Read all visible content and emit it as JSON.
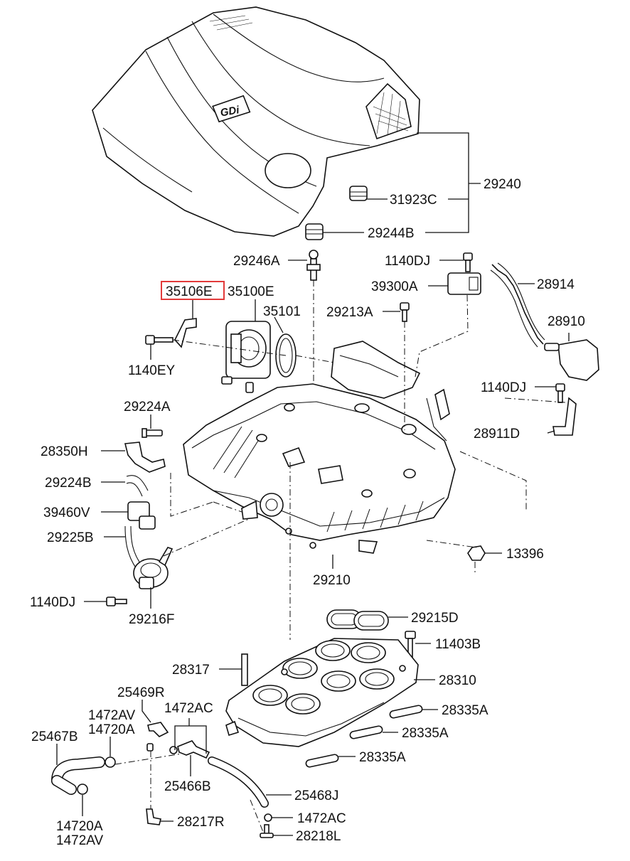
{
  "highlighted_part": "35106E",
  "highlight_color": "#e23a3a",
  "cover_emblem": "GDi",
  "labels": {
    "p29240": "29240",
    "p31923C": "31923C",
    "p29244B": "29244B",
    "p29246A": "29246A",
    "p1140DJ_top": "1140DJ",
    "p39300A": "39300A",
    "p28914": "28914",
    "p35106E": "35106E",
    "p35100E": "35100E",
    "p35101": "35101",
    "p29213A": "29213A",
    "p28910": "28910",
    "p1140EY": "1140EY",
    "p1140DJ_right": "1140DJ",
    "p29224A": "29224A",
    "p28911D": "28911D",
    "p28350H": "28350H",
    "p29224B": "29224B",
    "p39460V": "39460V",
    "p29225B": "29225B",
    "p13396": "13396",
    "p29210": "29210",
    "p1140DJ_left": "1140DJ",
    "p29216F": "29216F",
    "p29215D": "29215D",
    "p11403B": "11403B",
    "p28317": "28317",
    "p28310": "28310",
    "p25469R": "25469R",
    "p1472AC_a": "1472AC",
    "p28335A_1": "28335A",
    "p1472AV_a": "1472AV",
    "p14720A_a": "14720A",
    "p28335A_2": "28335A",
    "p25467B": "25467B",
    "p28335A_3": "28335A",
    "p25466B": "25466B",
    "p25468J": "25468J",
    "p1472AC_b": "1472AC",
    "p14720A_b": "14720A",
    "p28217R": "28217R",
    "p28218L": "28218L",
    "p1472AV_b": "1472AV"
  }
}
